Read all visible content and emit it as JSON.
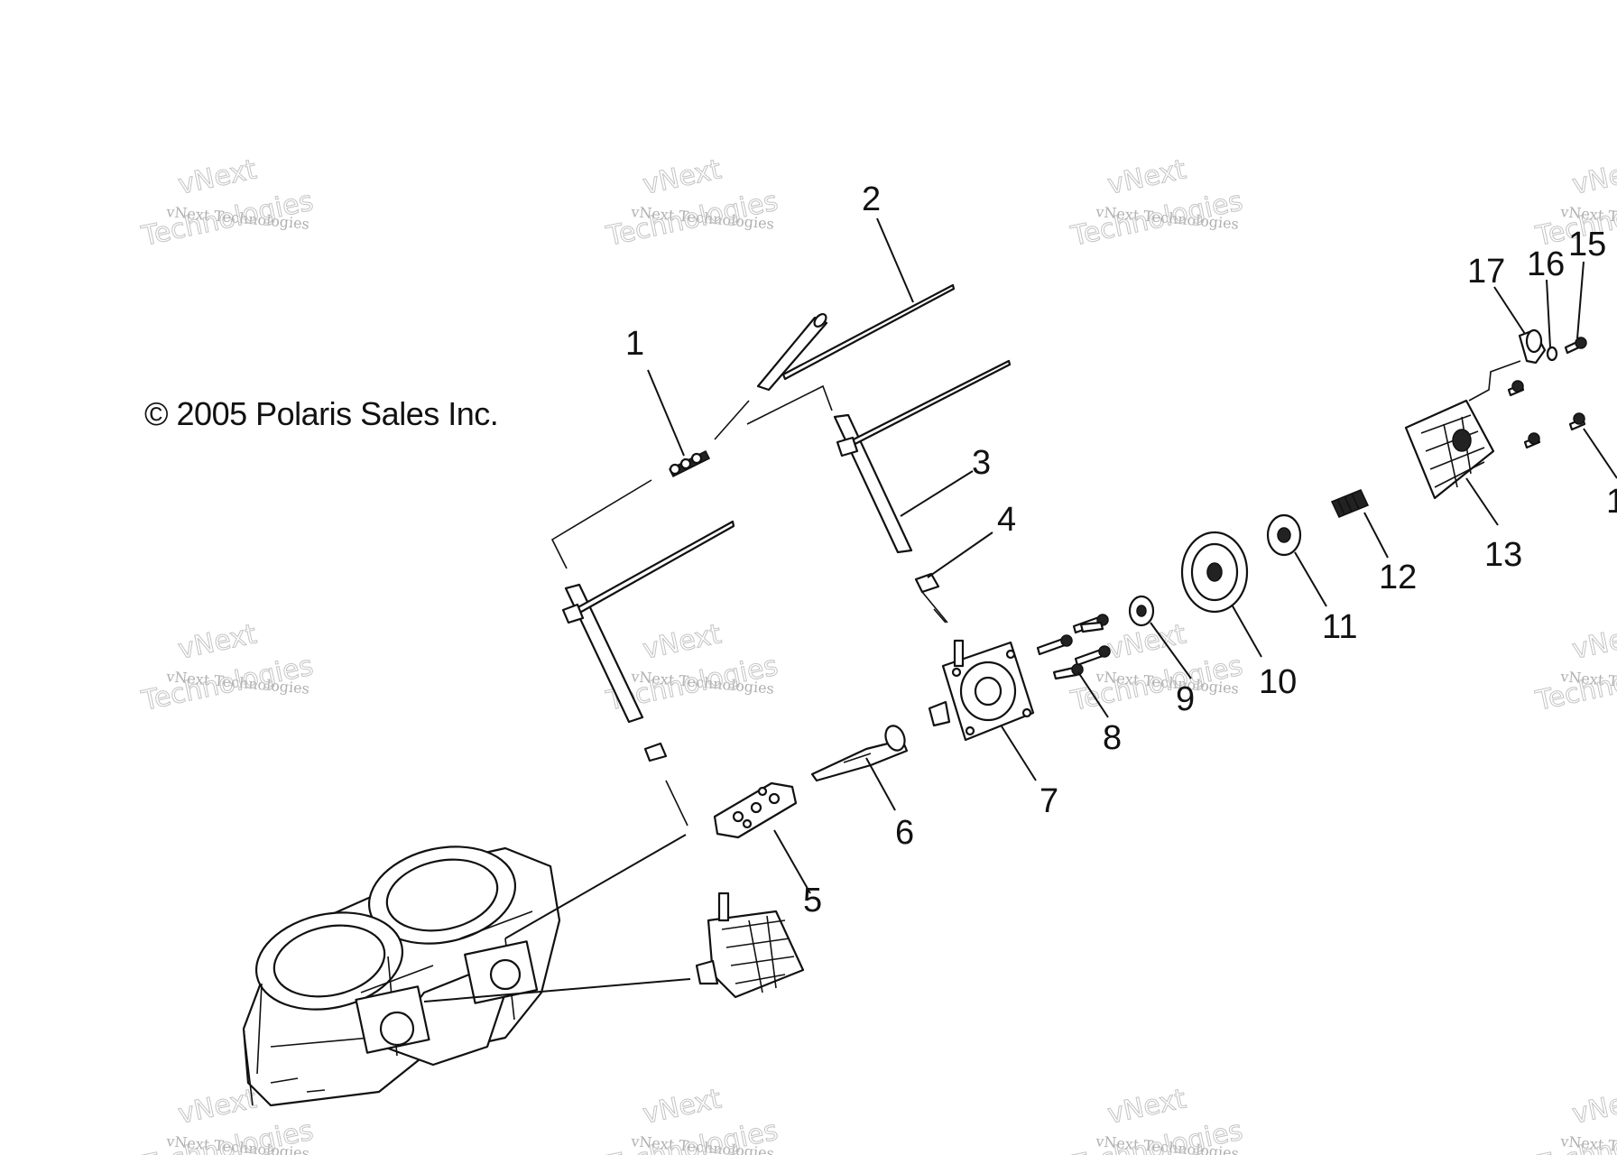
{
  "copyright": "© 2005 Polaris Sales Inc.",
  "watermark": {
    "line1": "vNext Technologies",
    "line2": "vNext",
    "line3": "Technologies"
  },
  "callouts": [
    "1",
    "2",
    "3",
    "4",
    "5",
    "6",
    "7",
    "8",
    "9",
    "10",
    "11",
    "12",
    "13",
    "15",
    "16",
    "17",
    "1"
  ]
}
